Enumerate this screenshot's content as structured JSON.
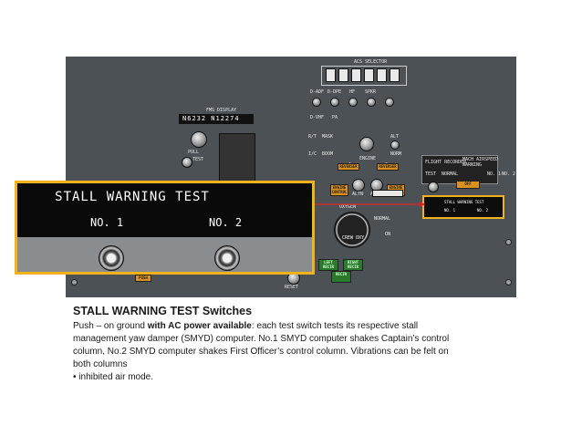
{
  "colors": {
    "panel": "#4c5155",
    "highlight": "#f2b21b",
    "arrow": "#e32424",
    "amber": "#d9901f",
    "green": "#2a7a2e"
  },
  "zoom": {
    "title": "STALL WARNING TEST",
    "no1": "NO. 1",
    "no2": "NO. 2"
  },
  "panel": {
    "acs_title": "ACS SELECTOR",
    "acs_labels": [
      "D-ADF",
      "D-DPE",
      "HF",
      "SPKR",
      "D-VHF",
      "PA"
    ],
    "acs_sub": [
      "R/T",
      "MASK",
      "I/C",
      "BOOM",
      "ALT",
      "NORM"
    ],
    "fuel_label": "FMS DISPLAY",
    "cdu_code": "N6232 N12274",
    "pull_label": "PULL",
    "test_label": "TEST",
    "engine_label": "ENGINE",
    "engine_nums": [
      "1",
      "2"
    ],
    "reverser": "REVERSER",
    "engine_control": "ENGINE CONTROL",
    "alt": "ALTN",
    "oxygen": "OXYGEN",
    "crew_label": "CREW OXY",
    "normal": "NORMAL",
    "on": "ON",
    "flight_recorder": "FLIGHT RECORDER",
    "test_normal": [
      "TEST",
      "NORMAL"
    ],
    "off": "OFF",
    "mach": "MACH AIRSPEED WARNING",
    "mach_nos": [
      "NO. 1",
      "NO. 2"
    ],
    "small_stall": {
      "title": "STALL WARNING TEST",
      "no1": "NO. 1",
      "no2": "NO. 2"
    },
    "push": "PUSH",
    "reset": "RESET",
    "left_recir": "LEFT RECIR",
    "right_recir": "RIGHT RECIR",
    "recir": "RECIR"
  },
  "caption": {
    "title": "STALL WARNING TEST Switches",
    "l1a": "Push – on ground ",
    "l1b": "with AC power available",
    "l1c": ": each test switch tests its respective stall",
    "l2": "management yaw damper (SMYD) computer. No.1 SMYD computer shakes Captain’s control",
    "l3": "column, No.2 SMYD computer shakes First Officer’s control column. Vibrations can be felt on",
    "l4": "both columns",
    "l5": "• inhibited  air mode."
  }
}
